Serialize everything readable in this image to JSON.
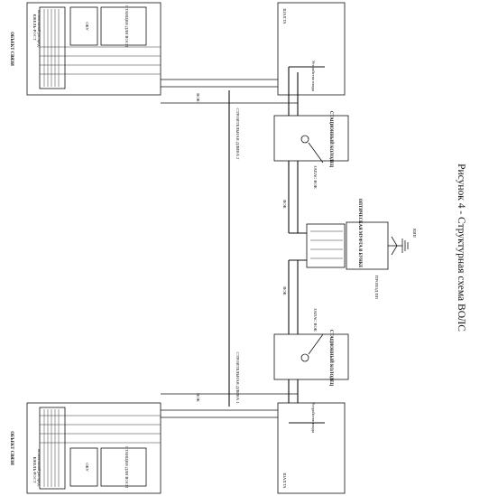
{
  "figure": {
    "caption": "Рисунок 4 - Структурная схема ВОЛС"
  },
  "top_object": {
    "title": "ОБЪЕКТ СВЯЗИ",
    "rack": "КЖЕЛЬ-РОСТ",
    "rack_sub": "волоконный распред.",
    "odf": "ОКУ",
    "station": "СТАНЦИЯ ДЛЯ ВОСП",
    "shaft": "ШАХТА",
    "entry": "Устройство ввода"
  },
  "bottom_object": {
    "title": "ОБЪЕКТ СВЯЗИ",
    "rack": "КЖЕЛЬ-РОСТ",
    "rack_sub": "волоконный распред.",
    "odf": "ОКУ",
    "station": "СТАНЦИЯ ДЛЯ ВОСП",
    "shaft": "ШАХТА",
    "entry": "Устройство ввода"
  },
  "wells": {
    "top": "СТАЦИОННЫЙ КОЛОДЕЦ",
    "bottom": "СТАЦИОННЫЙ КОЛОДЕЦ"
  },
  "reserve": {
    "top": "ЗАПАС ВОК",
    "bottom": "ЗАПАС ВОК"
  },
  "cable_labels": {
    "top_object": "ВОК",
    "bottom_object": "ВОК",
    "upper_link": "ВОК",
    "lower_link": "ВОК"
  },
  "roads": {
    "road2": "СТРОИТЕЛЬНАЯ ДЛИНА 2",
    "road1": "СТРОИТЕЛЬНАЯ ДЛИНА 1"
  },
  "coupling": {
    "label": "ОПТИЧЕСКАЯ МУФТА В БУНКЕ",
    "kip": "КИП",
    "pass": "ПРОХОД ПП"
  }
}
